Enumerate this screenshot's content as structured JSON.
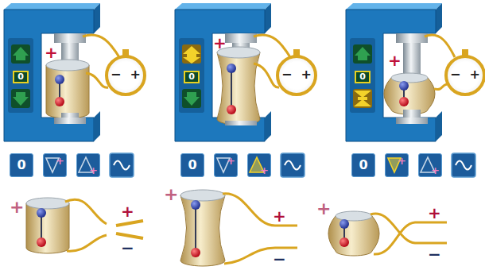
{
  "diagram": {
    "nodes": [
      {
        "text": [
          "0"
        ]
      },
      {
        "text": [
          "−",
          "+"
        ]
      },
      {
        "text": [
          "0"
        ]
      },
      {
        "text": [
          "−",
          "+"
        ]
      },
      {
        "text": [
          "0"
        ]
      },
      {
        "text": [
          "−",
          "+"
        ]
      },
      {
        "text": [
          "0"
        ]
      },
      {
        "text": [
          "+"
        ]
      },
      {
        "text": [
          "+"
        ]
      },
      {
        "text": [
          "0"
        ]
      },
      {
        "text": [
          "+"
        ]
      },
      {
        "text": [
          "+"
        ]
      },
      {
        "text": [
          "0"
        ]
      },
      {
        "text": [
          "+"
        ]
      },
      {
        "text": [
          "+"
        ]
      }
    ],
    "labels": [
      "+",
      "+",
      "+",
      "+",
      "+",
      "−",
      "+",
      "+",
      "−",
      "+",
      "+",
      "−"
    ]
  }
}
